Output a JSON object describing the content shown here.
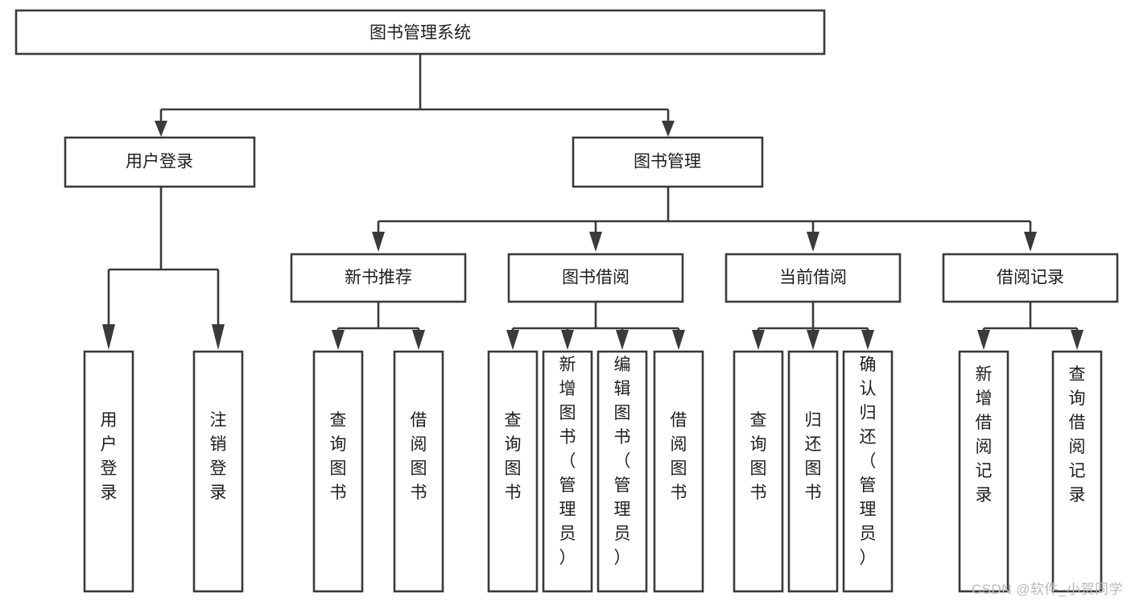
{
  "diagram": {
    "type": "tree",
    "title": "图书管理系统",
    "watermark": "CSDN @软件_小贺同学",
    "colors": {
      "stroke": "#3a3a3a",
      "box_fill": "#ffffff",
      "text": "#1d1d1d",
      "background": "#ffffff",
      "watermark": "#b9b9b9"
    },
    "levels": {
      "root": "图书管理系统",
      "level1": [
        "用户登录",
        "图书管理"
      ],
      "level2": [
        "新书推荐",
        "图书借阅",
        "当前借阅",
        "借阅记录"
      ]
    },
    "nodes": {
      "root": {
        "label": "图书管理系统"
      },
      "user_login": {
        "label": "用户登录"
      },
      "book_manage": {
        "label": "图书管理"
      },
      "new_book_rec": {
        "label": "新书推荐"
      },
      "book_borrow": {
        "label": "图书借阅"
      },
      "current_borrow": {
        "label": "当前借阅"
      },
      "borrow_record": {
        "label": "借阅记录"
      }
    },
    "leaves": {
      "user_login": [
        {
          "label": "用户登录"
        },
        {
          "label": "注销登录"
        }
      ],
      "new_book_rec": [
        {
          "label": "查询图书"
        },
        {
          "label": "借阅图书"
        }
      ],
      "book_borrow": [
        {
          "label": "查询图书"
        },
        {
          "label": "新增图书（管理员）"
        },
        {
          "label": "编辑图书（管理员）"
        },
        {
          "label": "借阅图书"
        }
      ],
      "current_borrow": [
        {
          "label": "查询图书"
        },
        {
          "label": "归还图书"
        },
        {
          "label": "确认归还（管理员）"
        }
      ],
      "borrow_record": [
        {
          "label": "新增借阅记录"
        },
        {
          "label": "查询借阅记录"
        }
      ]
    },
    "edges": [
      {
        "from": "图书管理系统",
        "to": "用户登录"
      },
      {
        "from": "图书管理系统",
        "to": "图书管理"
      },
      {
        "from": "图书管理",
        "to": "新书推荐"
      },
      {
        "from": "图书管理",
        "to": "图书借阅"
      },
      {
        "from": "图书管理",
        "to": "当前借阅"
      },
      {
        "from": "图书管理",
        "to": "借阅记录"
      },
      {
        "from": "用户登录",
        "to": "用户登录"
      },
      {
        "from": "用户登录",
        "to": "注销登录"
      },
      {
        "from": "新书推荐",
        "to": "查询图书"
      },
      {
        "from": "新书推荐",
        "to": "借阅图书"
      },
      {
        "from": "图书借阅",
        "to": "查询图书"
      },
      {
        "from": "图书借阅",
        "to": "新增图书（管理员）"
      },
      {
        "from": "图书借阅",
        "to": "编辑图书（管理员）"
      },
      {
        "from": "图书借阅",
        "to": "借阅图书"
      },
      {
        "from": "当前借阅",
        "to": "查询图书"
      },
      {
        "from": "当前借阅",
        "to": "归还图书"
      },
      {
        "from": "当前借阅",
        "to": "确认归还（管理员）"
      },
      {
        "from": "借阅记录",
        "to": "新增借阅记录"
      },
      {
        "from": "借阅记录",
        "to": "查询借阅记录"
      }
    ]
  }
}
